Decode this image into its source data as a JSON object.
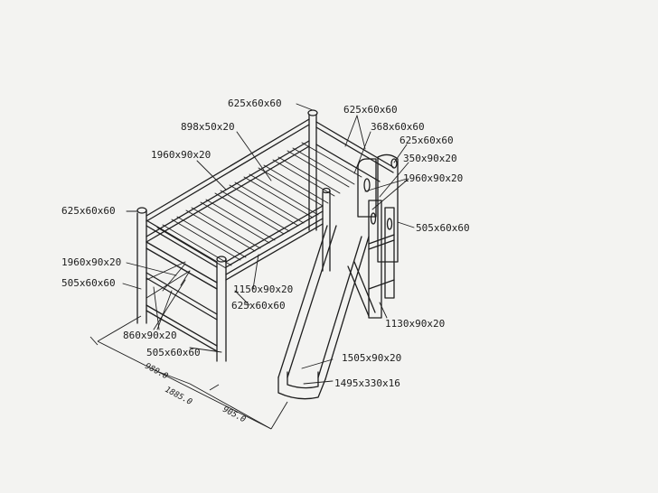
{
  "labels": {
    "post_top": "625x60x60",
    "post_rear_right": "625x60x60",
    "slat": "898x50x20",
    "step": "368x60x60",
    "ladder_post": "625x60x60",
    "long_rail_top": "1960x90x20",
    "ladder_board": "350x90x20",
    "long_rail_right": "1960x90x20",
    "leg_left": "625x60x60",
    "ladder_side": "505x60x60",
    "long_rail_left": "1960x90x20",
    "end_post_left": "505x60x60",
    "side_rail": "1150x90x20",
    "post_front": "625x60x60",
    "ladder_rail": "1130x90x20",
    "brace": "860x90x20",
    "leg_front": "505x60x60",
    "slide_rail": "1505x90x20",
    "slide_board": "1495x330x16"
  },
  "dimensions": {
    "width": "980.0",
    "length": "1885.0",
    "slide_reach": "905.0"
  }
}
